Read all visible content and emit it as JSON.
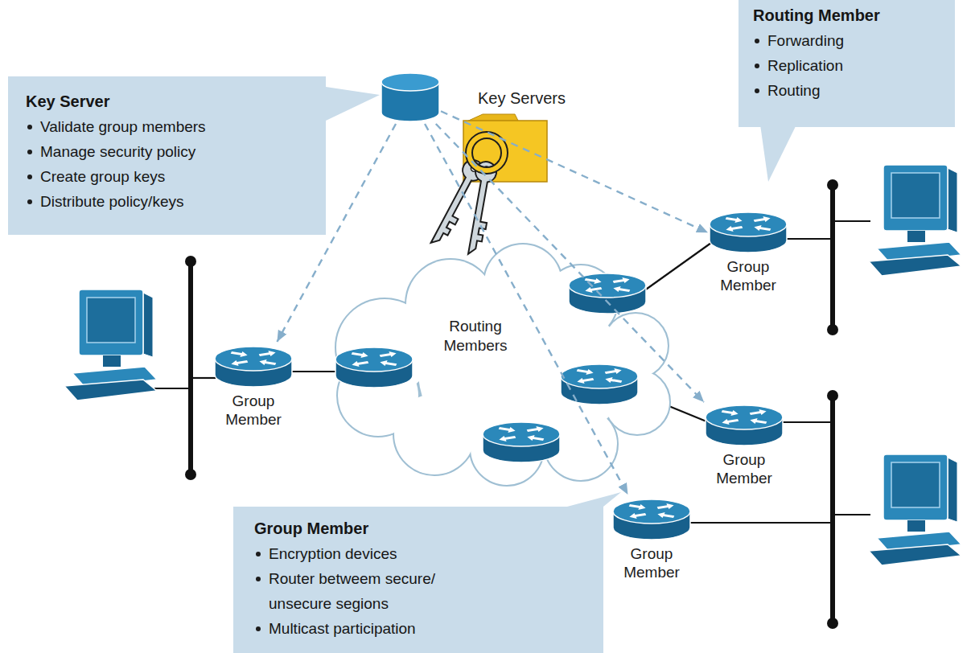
{
  "diagram": {
    "nodes": [
      {
        "text": [
          "Key Server",
          "Validate group members",
          "Manage security policy",
          "Create group keys",
          "Distribute policy/keys"
        ]
      },
      {
        "text": [
          "Key Servers"
        ]
      },
      {
        "text": [
          "Routing Member",
          "Forwarding",
          "Replication",
          "Routing"
        ]
      },
      {
        "text": [
          "Routing Members"
        ]
      },
      {
        "text": [
          "Group Member"
        ]
      },
      {
        "text": [
          "Group Member"
        ]
      },
      {
        "text": [
          "Group Member"
        ]
      },
      {
        "text": [
          "Group Member"
        ]
      },
      {
        "text": [
          "Group Member",
          "Encryption devices",
          "Router betweem secure/ unsecure segions",
          "Multicast participation"
        ]
      }
    ],
    "edges": [
      {
        "from": 1,
        "to": 4,
        "arrow": "to"
      },
      {
        "from": 1,
        "to": 5,
        "arrow": "to"
      },
      {
        "from": 1,
        "to": 6,
        "arrow": "to"
      },
      {
        "from": 1,
        "to": 7,
        "arrow": "to"
      }
    ]
  }
}
